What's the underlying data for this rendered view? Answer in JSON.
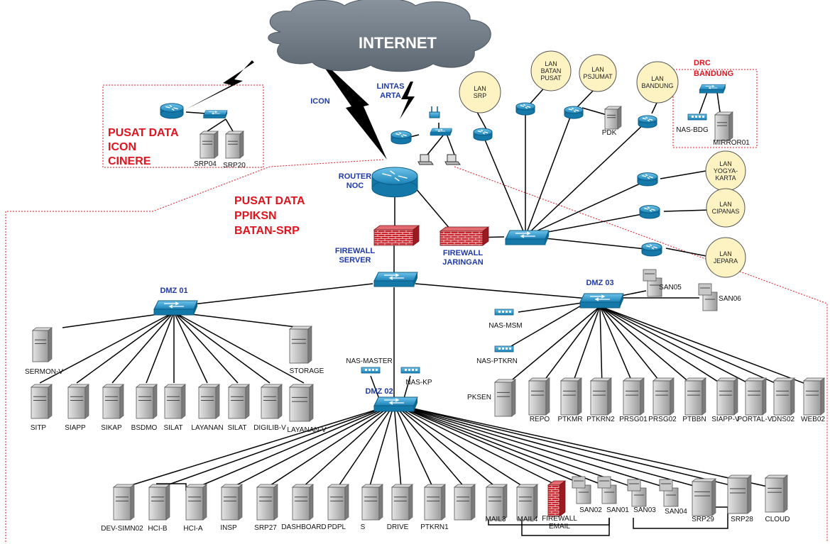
{
  "internet": {
    "label": "INTERNET"
  },
  "links": {
    "icon": "ICON",
    "lintas_arta": [
      "LINTAS",
      "ARTA"
    ]
  },
  "router_noc": [
    "ROUTER",
    "NOC"
  ],
  "firewalls": {
    "server": [
      "FIREWALL",
      "SERVER"
    ],
    "jaringan": [
      "FIREWALL",
      "JARINGAN"
    ],
    "email": [
      "FIREWALL",
      "EMAIL"
    ]
  },
  "sites": {
    "icon_cinere": {
      "title": [
        "PUSAT DATA",
        "ICON",
        "CINERE"
      ],
      "servers": [
        "SRP04",
        "SRP20"
      ]
    },
    "ppiksn": {
      "title": [
        "PUSAT DATA",
        "PPIKSN",
        "BATAN-SRP"
      ]
    },
    "drc": {
      "title": [
        "DRC",
        "BANDUNG"
      ],
      "nas": "NAS-BDG",
      "server": "MIRROR01"
    }
  },
  "lans_top": [
    {
      "lines": [
        "LAN",
        "SRP"
      ]
    },
    {
      "lines": [
        "LAN",
        "BATAN",
        "PUSAT"
      ]
    },
    {
      "lines": [
        "LAN",
        "PSJUMAT"
      ]
    },
    {
      "lines": [
        "LAN",
        "BANDUNG"
      ]
    }
  ],
  "lans_right": [
    {
      "lines": [
        "LAN",
        "YOGYA-",
        "KARTA"
      ]
    },
    {
      "lines": [
        "LAN",
        "CIPANAS"
      ]
    },
    {
      "lines": [
        "LAN",
        "JEPARA"
      ]
    }
  ],
  "pdk": "PDK",
  "dmz01": {
    "label": "DMZ 01",
    "upper": [
      {
        "name": "SERMON-V"
      },
      {
        "name": "STORAGE"
      }
    ],
    "servers": [
      "SITP",
      "SIAPP",
      "SIKAP",
      "BSDMO",
      "SILAT",
      "LAYANAN",
      "SILAT",
      "DIGILIB-V",
      "LAYANAN-V"
    ]
  },
  "dmz02": {
    "label": "DMZ 02",
    "nas": [
      "NAS-MASTER",
      "NAS-KP"
    ],
    "servers": [
      "DEV-SIMN02",
      "HCI-B",
      "HCI-A",
      "INSP",
      "SRP27",
      "DASHBOARD",
      "PDPL",
      "S",
      "DRIVE",
      "PTKRN1",
      "",
      "MAIL3",
      "MAIL4",
      "SAN02",
      "SAN01",
      "SAN03",
      "SAN04",
      "SRP29",
      "SRP28",
      "CLOUD"
    ]
  },
  "dmz03": {
    "label": "DMZ 03",
    "nas": [
      "NAS-MSM",
      "NAS-PTKRN"
    ],
    "san": [
      "SAN05",
      "SAN06"
    ],
    "servers": [
      "PKSEN",
      "REPO",
      "PTKMR",
      "PTKRN2",
      "PRSG01",
      "PRSG02",
      "PTBBN",
      "SIAPP-V",
      "PORTAL-V",
      "DNS02",
      "WEB02"
    ]
  }
}
